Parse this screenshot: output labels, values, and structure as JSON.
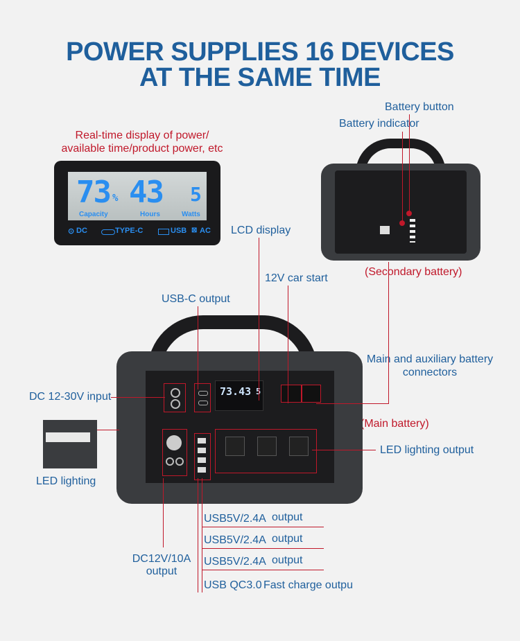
{
  "headline": {
    "line1": "POWER SUPPLIES 16 DEVICES",
    "line2": "AT THE SAME TIME"
  },
  "lcd_callout": {
    "caption_line1": "Real-time display of power/",
    "caption_line2": "available time/product power, etc",
    "percent_value": "73",
    "percent_sign": "%",
    "hours_value": "43",
    "watts_value": "5",
    "capacity_label": "Capacity",
    "hours_label": "Hours",
    "watts_label": "Watts",
    "dc_label": "DC",
    "typec_label": "TYPE-C",
    "usb_label": "USB",
    "ac_label": "AC"
  },
  "secondary_battery": {
    "battery_button": "Battery button",
    "battery_indicator": "Battery indicator",
    "label": "(Secondary battery)"
  },
  "main_unit": {
    "lcd_display": "LCD display",
    "car_start": "12V car start",
    "usbc_output": "USB-C output",
    "dc_input": "DC 12-30V input",
    "connectors_line1": "Main and auxiliary battery",
    "connectors_line2": "connectors",
    "main_battery": "(Main battery)",
    "led_lighting_output": "LED lighting output",
    "led_lighting": "LED lighting",
    "dc_output_line1": "DC12V/10A",
    "dc_output_line2": "output",
    "screen_value": "73.43",
    "screen_watts": "5"
  },
  "usb_outputs": [
    {
      "name": "USB5V/2.4A",
      "desc": "output"
    },
    {
      "name": "USB5V/2.4A",
      "desc": "output"
    },
    {
      "name": "USB5V/2.4A",
      "desc": "output"
    },
    {
      "name": "USB QC3.0",
      "desc": "Fast charge outpu"
    }
  ],
  "colors": {
    "headline_blue": "#1f5f9c",
    "callout_red": "#c0182a",
    "lcd_digit_blue": "#2a8ef0"
  }
}
